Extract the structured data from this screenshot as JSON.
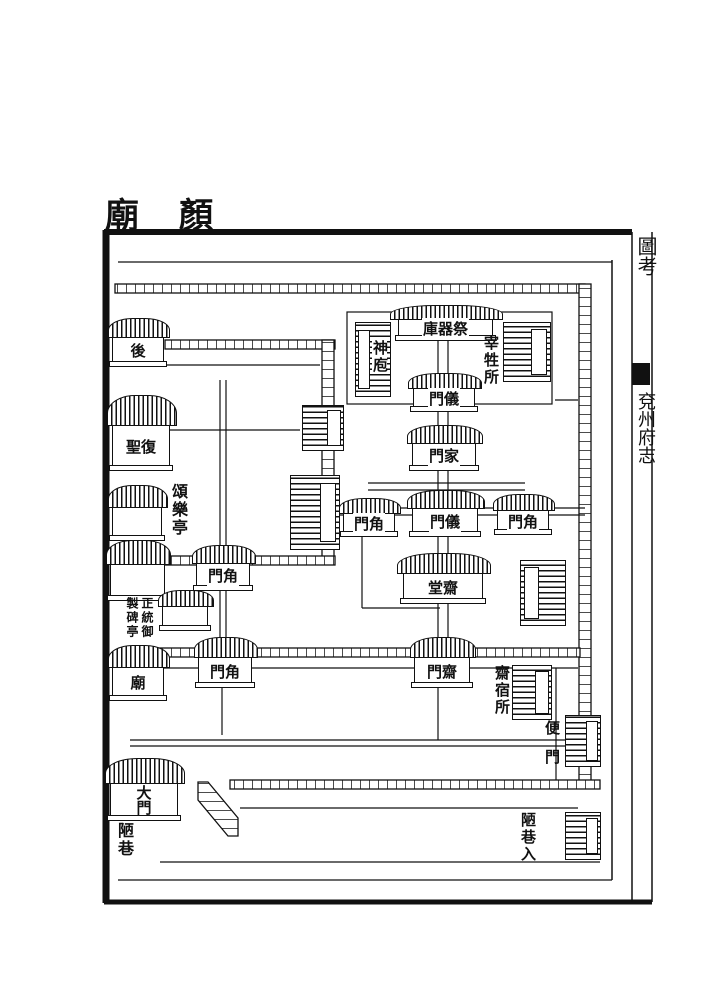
{
  "title": "顏廟",
  "margin": {
    "top": "圖考",
    "bottom": "兗州府志"
  },
  "buildings": {
    "jiqiku": "祭器庫",
    "yimen_upper": "儀門",
    "jiamen": "家門",
    "yimen": "儀門",
    "jiaomen_left": "角門",
    "jiaomen_right": "角門",
    "zhaitang": "齋堂",
    "zhaimen": "齋門",
    "jiaomen_w1": "角門",
    "jiaomen_w2": "角門",
    "houqin": "後",
    "fusheng": "復聖",
    "miao": "廟",
    "damen": "大門"
  },
  "labels": {
    "shenpao": "神庖",
    "zaisheng": "宰牲所",
    "songle": "頌樂亭",
    "beiting_1": "正統御",
    "beiting_2": "製碑亭",
    "zhaisu": "齋宿所",
    "bianmen": "便門",
    "louxiang_fang": "陋巷入",
    "louxiang": "陋巷"
  }
}
